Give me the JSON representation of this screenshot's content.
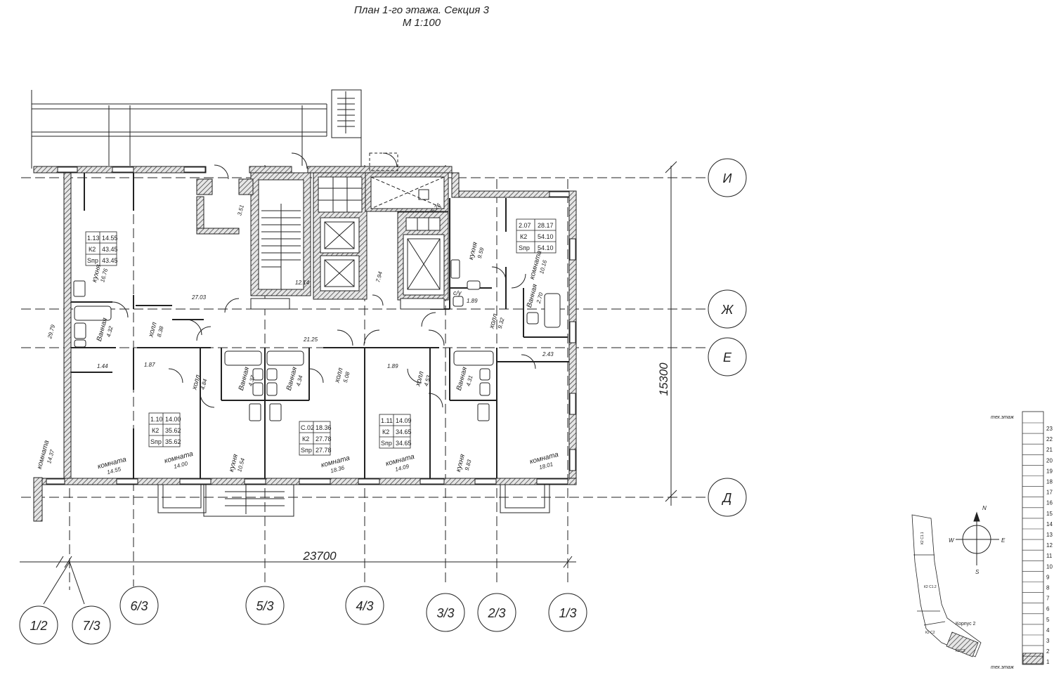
{
  "header": {
    "title": "План 1-го этажа. Секция 3",
    "scale": "М 1:100"
  },
  "axes_letters": [
    "И",
    "Ж",
    "Е",
    "Д"
  ],
  "axes_numbers": [
    "1/2",
    "7/3",
    "6/3",
    "5/3",
    "4/3",
    "3/3",
    "2/3",
    "1/3"
  ],
  "dimensions": {
    "width": "23700",
    "height": "15300"
  },
  "apartments": [
    {
      "num": "1.13",
      "living": "14.55",
      "k": "К2",
      "k_val": "43.45",
      "s": "Sпр",
      "s_val": "43.45"
    },
    {
      "num": "1.10",
      "living": "14.00",
      "k": "К2",
      "k_val": "35.62",
      "s": "Sпр",
      "s_val": "35.62"
    },
    {
      "num": "С.02",
      "living": "18.36",
      "k": "К2",
      "k_val": "27.78",
      "s": "Sпр",
      "s_val": "27.78"
    },
    {
      "num": "1.11",
      "living": "14.09",
      "k": "К2",
      "k_val": "34.65",
      "s": "Sпр",
      "s_val": "34.65"
    },
    {
      "num": "2.07",
      "living": "28.17",
      "k": "К2",
      "k_val": "54.10",
      "s": "Sпр",
      "s_val": "54.10"
    }
  ],
  "rooms": [
    {
      "name": "кухня",
      "area": "16.76"
    },
    {
      "name": "Ванная",
      "area": "4.32"
    },
    {
      "name": "холл",
      "area": "8.38"
    },
    {
      "name": "",
      "area": "29.79"
    },
    {
      "name": "",
      "area": "1.44"
    },
    {
      "name": "",
      "area": "1.87"
    },
    {
      "name": "",
      "area": "27.03"
    },
    {
      "name": "",
      "area": "3.51"
    },
    {
      "name": "",
      "area": "12.14"
    },
    {
      "name": "",
      "area": "21.25"
    },
    {
      "name": "",
      "area": "7.94"
    },
    {
      "name": "",
      "area": "6.26"
    },
    {
      "name": "холл",
      "area": "4.84"
    },
    {
      "name": "Ванная",
      "area": "4.37"
    },
    {
      "name": "Ванная",
      "area": "4.34"
    },
    {
      "name": "холл",
      "area": "5.08"
    },
    {
      "name": "",
      "area": "1.89"
    },
    {
      "name": "холл",
      "area": "4.53"
    },
    {
      "name": "Ванная",
      "area": "4.31"
    },
    {
      "name": "кухня",
      "area": "9.59"
    },
    {
      "name": "комната",
      "area": "10.16"
    },
    {
      "name": "с/у",
      "area": "1.89"
    },
    {
      "name": "Ванная",
      "area": "2.70"
    },
    {
      "name": "холл",
      "area": "9.32"
    },
    {
      "name": "",
      "area": "2.43"
    },
    {
      "name": "комната",
      "area": "14.37"
    },
    {
      "name": "комната",
      "area": "14.55"
    },
    {
      "name": "комната",
      "area": "14.00"
    },
    {
      "name": "кухня",
      "area": "10.54"
    },
    {
      "name": "комната",
      "area": "18.36"
    },
    {
      "name": "комната",
      "area": "14.09"
    },
    {
      "name": "кухня",
      "area": "9.83"
    },
    {
      "name": "комната",
      "area": "18.01"
    }
  ],
  "floor_scale": {
    "top_label": "тех.этаж",
    "bottom_label": "тех.этаж",
    "floors": [
      "23",
      "22",
      "21",
      "20",
      "19",
      "18",
      "17",
      "16",
      "15",
      "14",
      "13",
      "12",
      "11",
      "10",
      "9",
      "8",
      "7",
      "6",
      "5",
      "4",
      "3",
      "2",
      "1"
    ]
  },
  "compass": {
    "n": "N",
    "s": "S",
    "e": "E",
    "w": "W"
  },
  "keyplan": {
    "labels": [
      "К2 С1.1",
      "К2 С1.2",
      "К2 С2",
      "К2 С3"
    ],
    "building": "Корпус 2"
  },
  "colors": {
    "line": "#222222",
    "hatch": "#555555",
    "wall_fill": "#d8d8d8"
  }
}
